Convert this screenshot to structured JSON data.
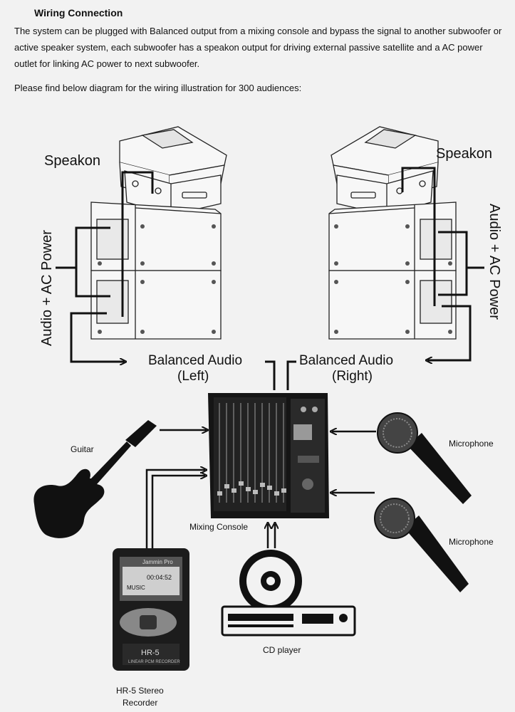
{
  "header": {
    "title": "Wiring Connection"
  },
  "intro": {
    "paragraph": "The system can be plugged with Balanced output from a mixing console and bypass the signal to another subwoofer or active speaker system, each subwoofer has a speakon output for driving external passive satellite and a AC power outlet for linking AC power to next subwoofer.",
    "note": "Please find below diagram for the wiring illustration for 300 audiences:"
  },
  "labels": {
    "speakon_left": "Speakon",
    "speakon_right": "Speakon",
    "power_left": "Audio + AC Power",
    "power_right": "Audio + AC Power",
    "bal_left_1": "Balanced Audio",
    "bal_left_2": "(Left)",
    "bal_right_1": "Balanced Audio",
    "bal_right_2": "(Right)",
    "guitar": "Guitar",
    "microphone_1": "Microphone",
    "microphone_2": "Microphone",
    "mixing_console": "Mixing Console",
    "cd_player": "CD player",
    "recorder_1": "HR-5 Stereo",
    "recorder_2": "Recorder",
    "recorder_brand": "Jammin Pro",
    "recorder_model": "HR-5",
    "recorder_sub": "LINEAR PCM RECORDER",
    "recorder_screen_1": "00:04:52",
    "recorder_screen_2": "MUSIC"
  }
}
